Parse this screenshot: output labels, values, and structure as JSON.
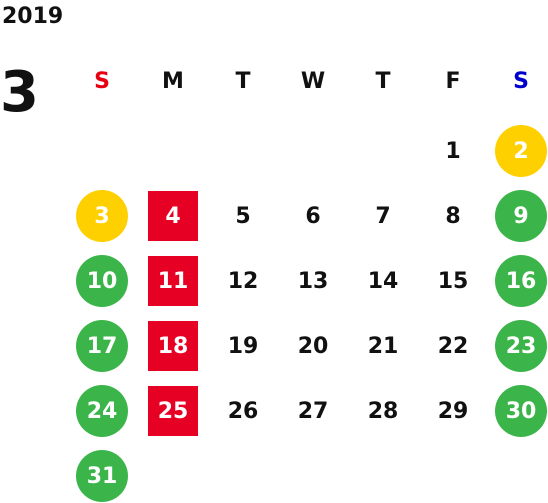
{
  "calendar": {
    "year": "2019",
    "month": "3",
    "weekdays": [
      {
        "label": "S",
        "color": "#e60012"
      },
      {
        "label": "M",
        "color": "#111111"
      },
      {
        "label": "T",
        "color": "#111111"
      },
      {
        "label": "W",
        "color": "#111111"
      },
      {
        "label": "T",
        "color": "#111111"
      },
      {
        "label": "F",
        "color": "#111111"
      },
      {
        "label": "S",
        "color": "#0000cc"
      }
    ],
    "first_weekday_index": 5,
    "days": [
      {
        "day": "1",
        "style": "plain"
      },
      {
        "day": "2",
        "style": "circle",
        "color": "#ffd000"
      },
      {
        "day": "3",
        "style": "circle",
        "color": "#ffd000"
      },
      {
        "day": "4",
        "style": "square",
        "color": "#e60024"
      },
      {
        "day": "5",
        "style": "plain"
      },
      {
        "day": "6",
        "style": "plain"
      },
      {
        "day": "7",
        "style": "plain"
      },
      {
        "day": "8",
        "style": "plain"
      },
      {
        "day": "9",
        "style": "circle",
        "color": "#3bb54a"
      },
      {
        "day": "10",
        "style": "circle",
        "color": "#3bb54a"
      },
      {
        "day": "11",
        "style": "square",
        "color": "#e60024"
      },
      {
        "day": "12",
        "style": "plain"
      },
      {
        "day": "13",
        "style": "plain"
      },
      {
        "day": "14",
        "style": "plain"
      },
      {
        "day": "15",
        "style": "plain"
      },
      {
        "day": "16",
        "style": "circle",
        "color": "#3bb54a"
      },
      {
        "day": "17",
        "style": "circle",
        "color": "#3bb54a"
      },
      {
        "day": "18",
        "style": "square",
        "color": "#e60024"
      },
      {
        "day": "19",
        "style": "plain"
      },
      {
        "day": "20",
        "style": "plain"
      },
      {
        "day": "21",
        "style": "plain"
      },
      {
        "day": "22",
        "style": "plain"
      },
      {
        "day": "23",
        "style": "circle",
        "color": "#3bb54a"
      },
      {
        "day": "24",
        "style": "circle",
        "color": "#3bb54a"
      },
      {
        "day": "25",
        "style": "square",
        "color": "#e60024"
      },
      {
        "day": "26",
        "style": "plain"
      },
      {
        "day": "27",
        "style": "plain"
      },
      {
        "day": "28",
        "style": "plain"
      },
      {
        "day": "29",
        "style": "plain"
      },
      {
        "day": "30",
        "style": "circle",
        "color": "#3bb54a"
      },
      {
        "day": "31",
        "style": "circle",
        "color": "#3bb54a"
      }
    ]
  }
}
